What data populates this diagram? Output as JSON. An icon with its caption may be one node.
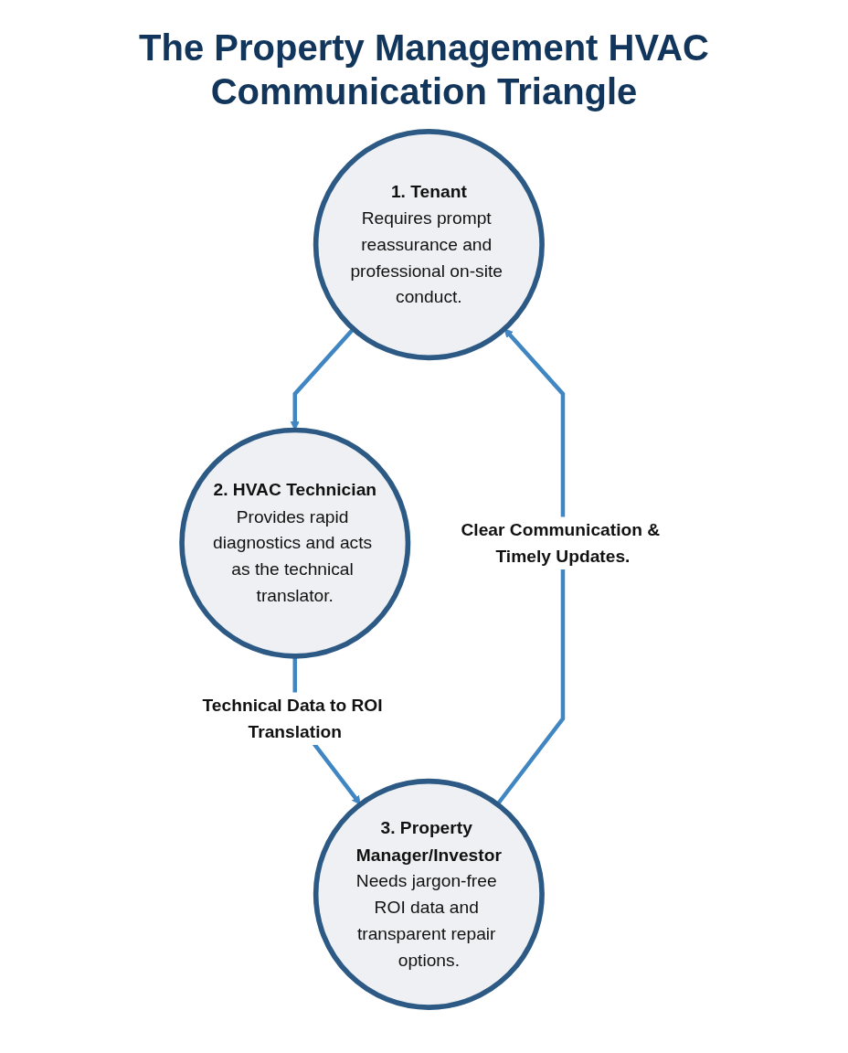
{
  "diagram": {
    "title": "The Property Management HVAC Communication Triangle",
    "nodes": [
      {
        "text": [
          "1. Tenant",
          "Requires prompt reassurance and professional on-site conduct."
        ]
      },
      {
        "text": [
          "2. HVAC Technician",
          "Provides rapid diagnostics and acts as the technical translator."
        ]
      },
      {
        "text": [
          "3. Property Manager/Investor",
          "Needs jargon-free ROI data and transparent repair options."
        ]
      }
    ],
    "edges": [
      {
        "from": 0,
        "to": 1,
        "arrow": "to"
      },
      {
        "from": 1,
        "to": 2,
        "arrow": "to",
        "label": "Technical Data to ROI Translation"
      },
      {
        "from": 2,
        "to": 0,
        "arrow": "to",
        "label": "Clear Communication & Timely Updates."
      }
    ]
  }
}
